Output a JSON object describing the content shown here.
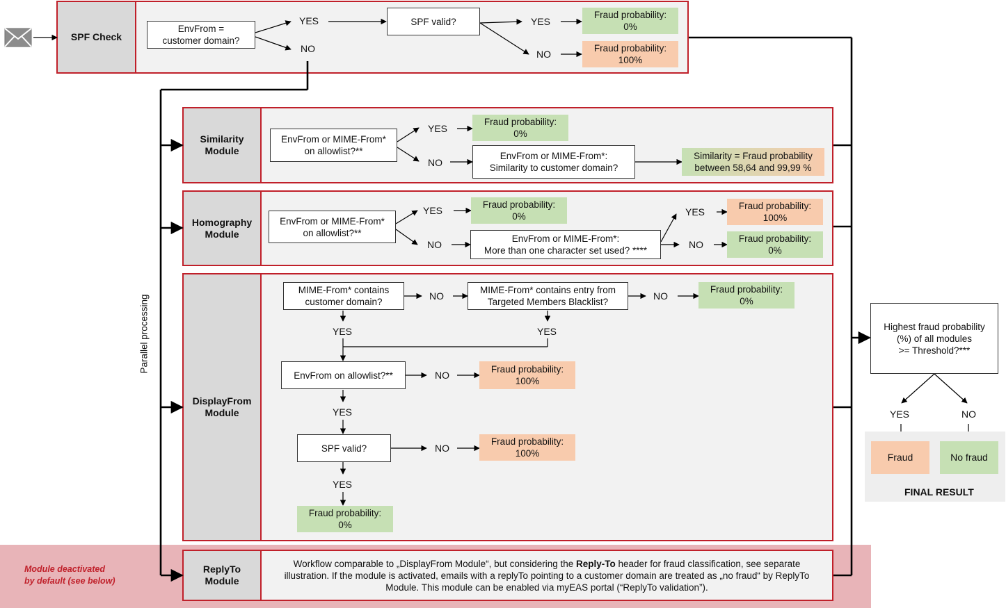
{
  "email_icon": "envelope-icon",
  "parallel_label": "Parallel processing",
  "yes": "YES",
  "no": "NO",
  "spf_check": {
    "label": "SPF Check",
    "q_envfrom": "EnvFrom =\ncustomer domain?",
    "q_spf": "SPF valid?",
    "r_valid": "Fraud probability:\n0%",
    "r_invalid": "Fraud probability:\n100%"
  },
  "similarity": {
    "label": "Similarity\nModule",
    "q_allowlist": "EnvFrom or MIME-From*\non allowlist?**",
    "r_allowed": "Fraud probability:\n0%",
    "q_similarity": "EnvFrom or MIME-From*:\nSimilarity to customer domain?",
    "r_similarity": "Similarity = Fraud probability\nbetween  58,64  and  99,99  %"
  },
  "homography": {
    "label": "Homography\nModule",
    "q_allowlist": "EnvFrom or MIME-From*\non allowlist?**",
    "r_allowed": "Fraud probability:\n0%",
    "q_charset": "EnvFrom or MIME-From*:\nMore than one character set used? ****",
    "r_yes": "Fraud probability:\n100%",
    "r_no": "Fraud probability:\n0%"
  },
  "displayfrom": {
    "label": "DisplayFrom\nModule",
    "q_contains": "MIME-From* contains\ncustomer domain?",
    "q_blacklist": "MIME-From* contains entry from\nTargeted Members Blacklist?",
    "r_no_blacklist": "Fraud probability:\n0%",
    "q_allowlist": "EnvFrom on allowlist?**",
    "r_not_allowed": "Fraud probability:\n100%",
    "q_spf": "SPF valid?",
    "r_spf_invalid": "Fraud probability:\n100%",
    "r_spf_valid": "Fraud probability:\n0%"
  },
  "replyto": {
    "label": "ReplyTo\nModule",
    "note": "Module deactivated\nby default (see below)",
    "text_1": "Workflow comparable to „DisplayFrom Module“, but considering the ",
    "text_bold": "Reply-To",
    "text_2": " header for fraud classification, see separate illustration.  If the module is activated, emails with a replyTo pointing to a customer domain are treated as „no fraud“ by ReplyTo Module. This module can be enabled via myEAS portal (“ReplyTo validation”)."
  },
  "final": {
    "question": "Highest fraud probability\n(%) of all modules\n>= Threshold?***",
    "fraud": "Fraud",
    "no_fraud": "No fraud",
    "title": "FINAL RESULT"
  },
  "colors": {
    "module_border": "#c0202a",
    "green": "#c6e0b4",
    "orange": "#f8cbad",
    "band": "#e8b4b8"
  }
}
